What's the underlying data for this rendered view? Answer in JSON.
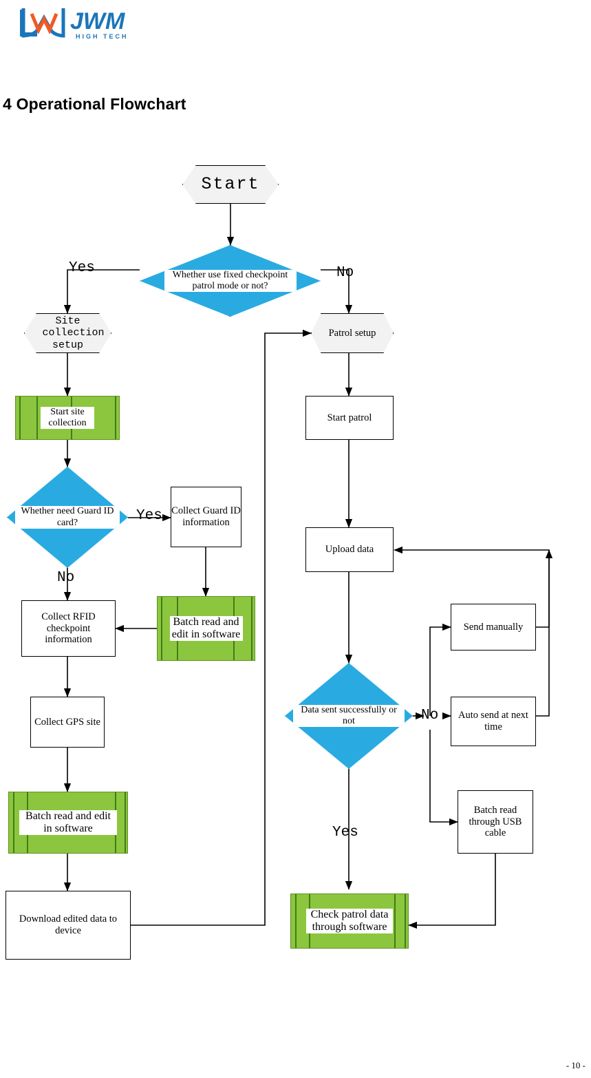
{
  "header": {
    "logo_text": "JWM",
    "logo_sub": "H I G H   T E C H",
    "title": "4 Operational Flowchart",
    "page_number": "- 10 -"
  },
  "flow": {
    "start": "Start",
    "d_fixed": "Whether use fixed checkpoint patrol mode or not?",
    "yes1": "Yes",
    "no1": "No",
    "site_collection_setup": "Site collection setup",
    "start_site_collection": "Start site collection",
    "d_guard": "Whether need Guard ID card?",
    "yes2": "Yes",
    "no2": "No",
    "collect_guard_id": "Collect  Guard ID information",
    "batch_read_edit_sw": "Batch read and edit in software",
    "collect_rfid": "Collect RFID checkpoint information",
    "collect_gps": "Collect GPS site",
    "batch_read_edit_in_sw": "Batch read and edit in software",
    "download_edited": "Download edited data to device",
    "patrol_setup": "Patrol setup",
    "start_patrol": "Start patrol",
    "upload_data": "Upload data",
    "d_sent": "Data sent successfully or not",
    "no3": "No",
    "yes3": "Yes",
    "send_manually": "Send manually",
    "auto_send": "Auto send at next time",
    "batch_read_usb": "Batch read through USB cable",
    "check_patrol": "Check patrol data through software"
  }
}
